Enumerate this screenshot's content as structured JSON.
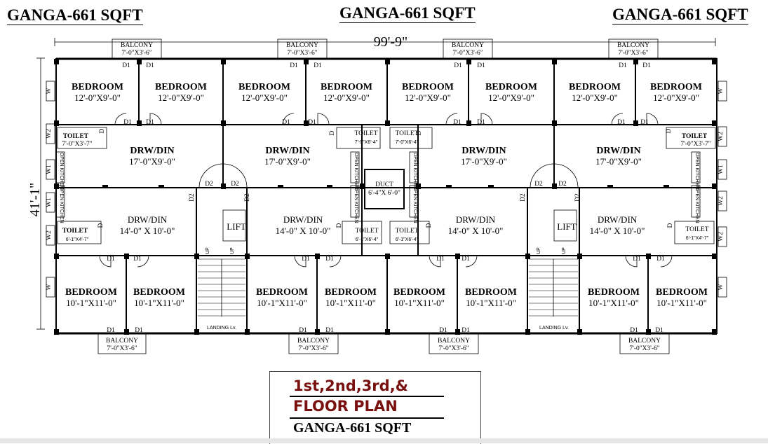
{
  "headers": [
    "GANGA-661 SQFT",
    "GANGA-661 SQFT",
    "GANGA-661 SQFT"
  ],
  "dims": {
    "width": "99'-9\"",
    "depth": "41'-1\""
  },
  "labels": {
    "bedroom": "BEDROOM",
    "drw_din": "DRW/DIN",
    "toilet": "TOILET",
    "balcony": "BALCONY",
    "lift": "LIFT",
    "duct": "DUCT",
    "duct_size": "6'-4\"X 6'-0\"",
    "open_kitchen": "OPEN KITCHEN",
    "landing": "LANDING Lv.",
    "d1": "D1",
    "d2": "D2",
    "d": "D",
    "w": "W",
    "w1": "W1",
    "w2": "W2",
    "up": "UP"
  },
  "sizes": {
    "bed_top": "12'-0\"X9'-0\"",
    "bed_bottom": "10'-1\"X11'-0\"",
    "drw_top": "17'-0\"X9'-0\"",
    "drw_bottom": "14'-0\" X 10'-0\"",
    "balcony": "7'-0\"X3'-6\"",
    "toilet_corner": "7'-0\"X3'-7\"",
    "toilet_inner": "7'-0\"X6'-4\"",
    "toilet_lower_left": "6'-1\"X4'-7\"",
    "toilet_lower_inner": "6'-1\"X6'-4\"",
    "toilet_lower_right": "6'-1\"X4'-7\""
  },
  "title_block": {
    "line1": "1st,2nd,3rd,&",
    "line2": "FLOOR PLAN",
    "line3": "GANGA-661 SQFT"
  }
}
